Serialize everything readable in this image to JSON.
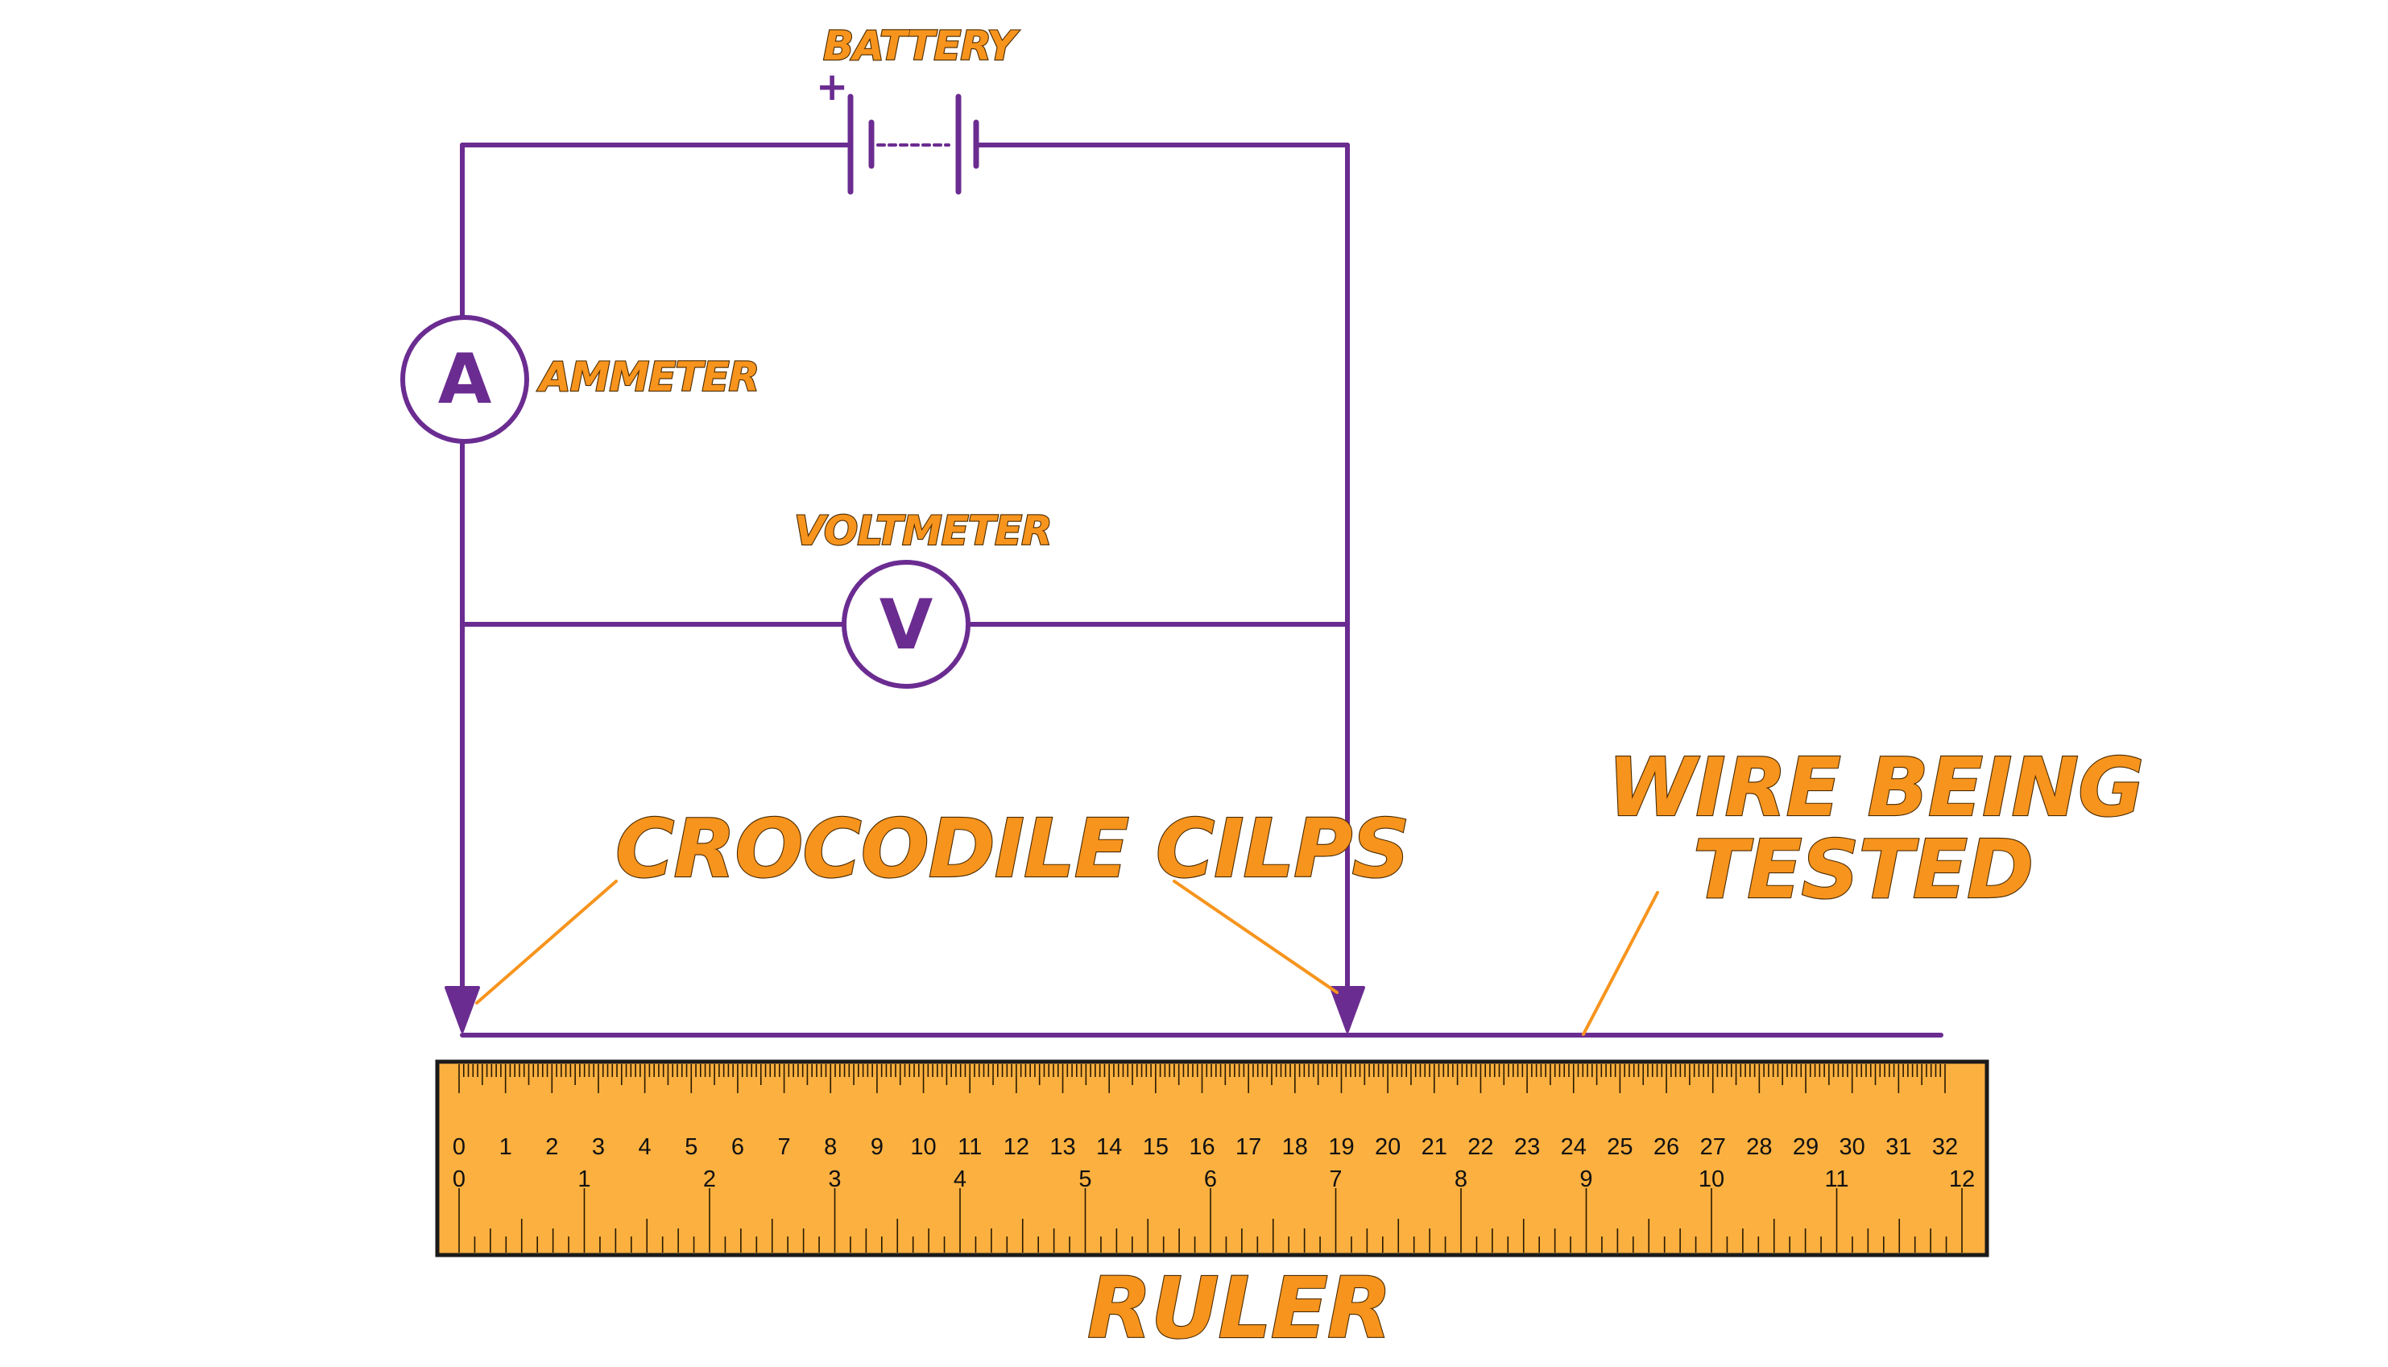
{
  "labels": {
    "battery": "BATTERY",
    "battery_plus": "+",
    "ammeter": "AMMETER",
    "ammeter_symbol": "A",
    "voltmeter": "VOLTMETER",
    "voltmeter_symbol": "V",
    "crocodile_clips": "CROCODILE CILPS",
    "wire_line1": "WIRE BEING",
    "wire_line2": "TESTED",
    "ruler": "RULER"
  },
  "ruler": {
    "cm_labels": [
      "0",
      "1",
      "2",
      "3",
      "4",
      "5",
      "6",
      "7",
      "8",
      "9",
      "10",
      "11",
      "12",
      "13",
      "14",
      "15",
      "16",
      "17",
      "18",
      "19",
      "20",
      "21",
      "22",
      "23",
      "24",
      "25",
      "26",
      "27",
      "28",
      "29",
      "30",
      "31",
      "32"
    ],
    "inch_labels": [
      "0",
      "1",
      "2",
      "3",
      "4",
      "5",
      "6",
      "7",
      "8",
      "9",
      "10",
      "11",
      "12"
    ]
  },
  "colors": {
    "circuit": "#6b2c91",
    "label_fill": "#f7941d",
    "ruler_fill": "#fbb040",
    "ruler_outline": "#1a1a1a",
    "pointer": "#f7941d"
  }
}
